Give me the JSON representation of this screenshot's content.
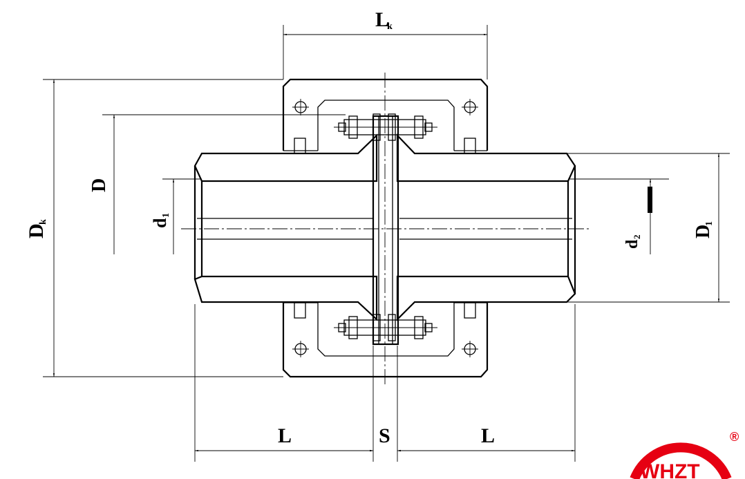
{
  "labels": {
    "Lk": "L",
    "Lk_sub": "k",
    "Dk": "D",
    "Dk_sub": "k",
    "D": "D",
    "d1": "d",
    "d1_sub": "1",
    "d2": "d",
    "d2_sub": "2",
    "D1": "D",
    "D1_sub": "1",
    "L_left": "L",
    "S": "S",
    "L_right": "L"
  },
  "logo": {
    "text": "WHZT",
    "registered": "®",
    "color": "#e60012"
  }
}
